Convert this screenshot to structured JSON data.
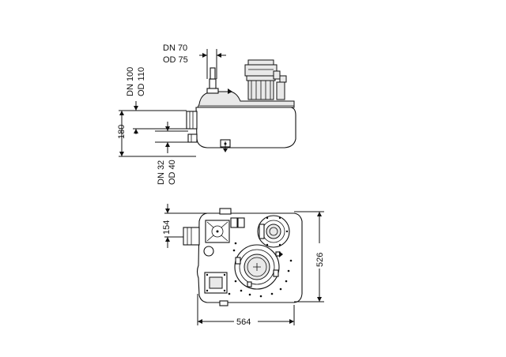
{
  "drawing": {
    "side_view": {
      "discharge_label_dn": "DN 70",
      "discharge_label_od": "OD 75",
      "inlet_label_dn": "DN 100",
      "inlet_label_od": "OD 110",
      "height_dimension": "180",
      "small_inlet_label_dn": "DN 32",
      "small_inlet_label_od": "OD 40"
    },
    "top_view": {
      "offset_dimension": "154",
      "depth_dimension": "526",
      "width_dimension": "564"
    }
  }
}
